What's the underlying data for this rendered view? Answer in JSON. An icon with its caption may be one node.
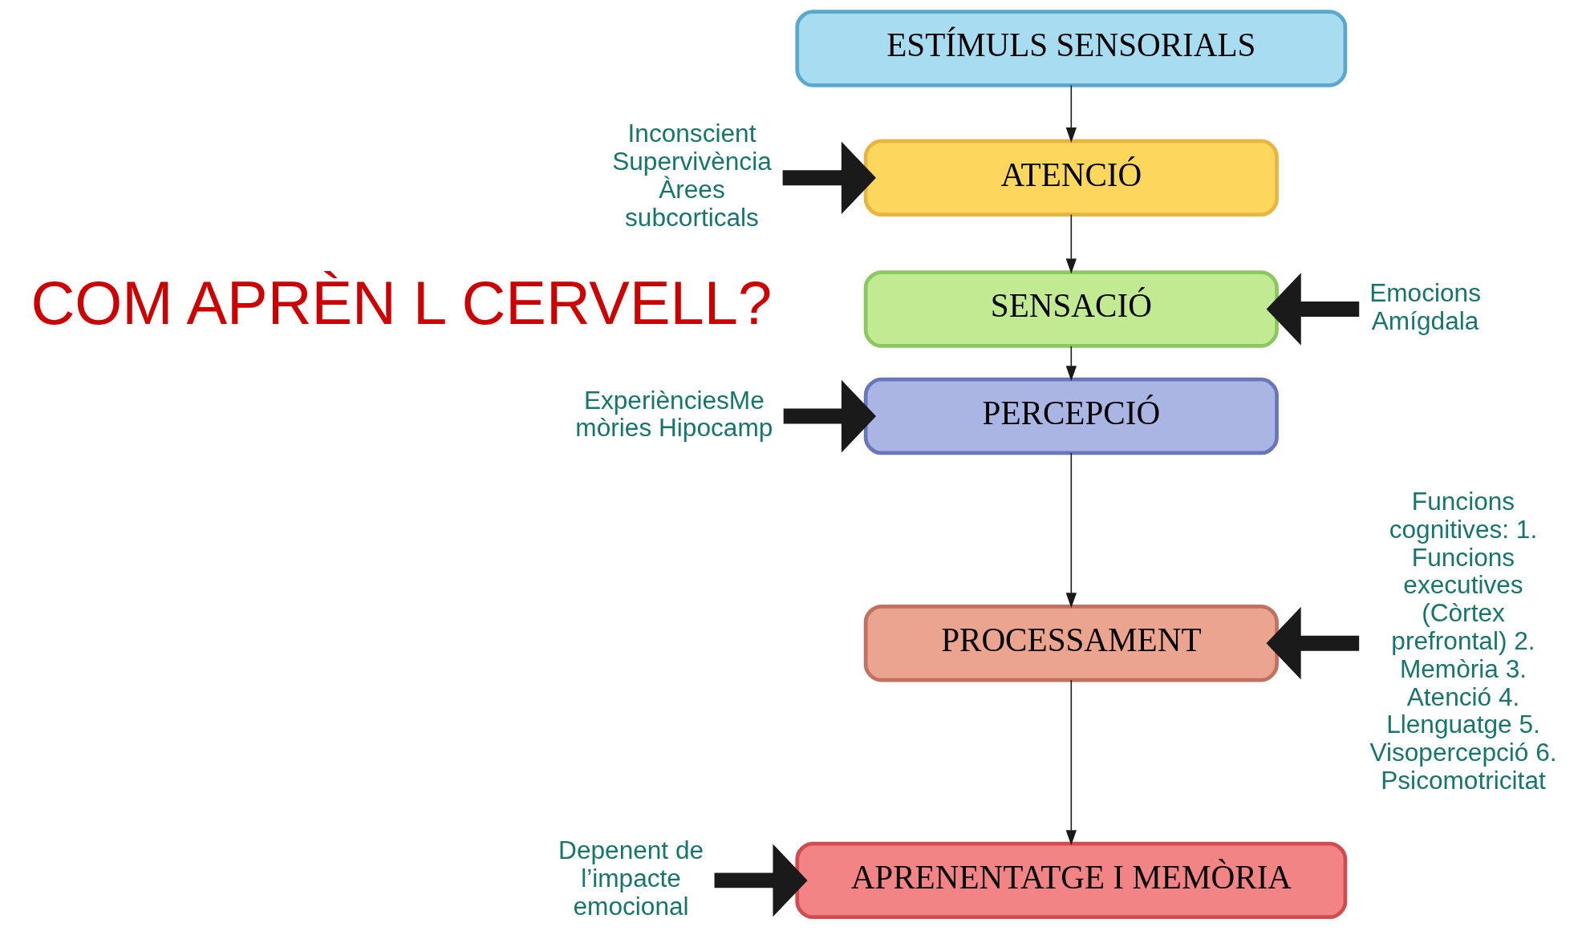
{
  "diagram": {
    "nodes": [
      {
        "text": [
          "ESTÍMULS SENSORIALS"
        ]
      },
      {
        "text": [
          "ATENCIÓ"
        ]
      },
      {
        "text": [
          "SENSACIÓ"
        ]
      },
      {
        "text": [
          "PERCEPCIÓ"
        ]
      },
      {
        "text": [
          "PROCESSAMENT"
        ]
      },
      {
        "text": [
          "APRENENTATGE I MEMÒRIA"
        ]
      },
      {
        "text": [
          "Inconscient Supervivència Àrees subcorticals"
        ]
      },
      {
        "text": [
          "Emocions Amígdala"
        ]
      },
      {
        "text": [
          "ExperiènciesMe mòries Hipocamp"
        ]
      },
      {
        "text": [
          "Funcions cognitives: 1. Funcions executives (Còrtex prefrontal) 2. Memòria 3. Atenció 4. Llenguatge 5. Visopercepció 6. Psicomotricitat"
        ]
      },
      {
        "text": [
          "Depenent de l’impacte emocional"
        ]
      }
    ],
    "edges": [
      {
        "from": 0,
        "to": 1,
        "arrow": "to"
      },
      {
        "from": 1,
        "to": 2,
        "arrow": "to"
      },
      {
        "from": 2,
        "to": 3,
        "arrow": "to"
      },
      {
        "from": 3,
        "to": 4,
        "arrow": "to"
      },
      {
        "from": 4,
        "to": 5,
        "arrow": "to"
      },
      {
        "from": 6,
        "to": 1,
        "arrow": "to",
        "style": "thick"
      },
      {
        "from": 7,
        "to": 2,
        "arrow": "to",
        "style": "thick"
      },
      {
        "from": 8,
        "to": 3,
        "arrow": "to",
        "style": "thick"
      },
      {
        "from": 9,
        "to": 4,
        "arrow": "to",
        "style": "thick"
      },
      {
        "from": 10,
        "to": 5,
        "arrow": "to",
        "style": "thick"
      }
    ],
    "labels": [
      "COM APRÈN L CERVELL?"
    ]
  }
}
